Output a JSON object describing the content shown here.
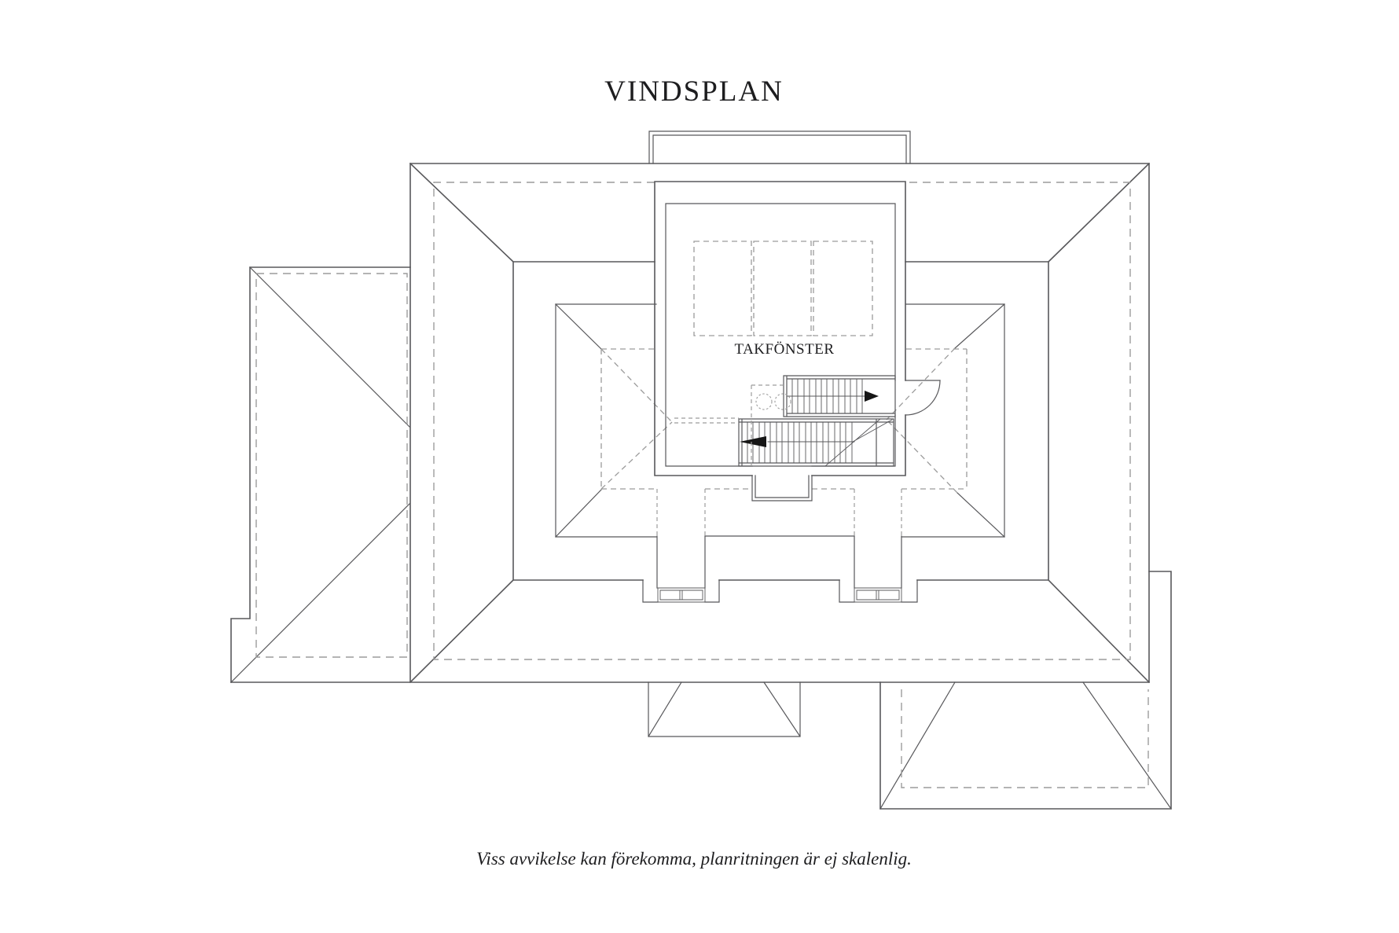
{
  "colors": {
    "background": "#ffffff",
    "line": "#58585b",
    "dashed": "#9c9c9c",
    "ink": "#1d1d1f",
    "arrow": "#161616"
  },
  "header": {
    "title": "VINDSPLAN"
  },
  "plan": {
    "labels": {
      "skylight": "TAKFÖNSTER"
    }
  },
  "footer": {
    "disclaimer": "Viss avvikelse kan förekomma, planritningen är ej skalenlig."
  }
}
